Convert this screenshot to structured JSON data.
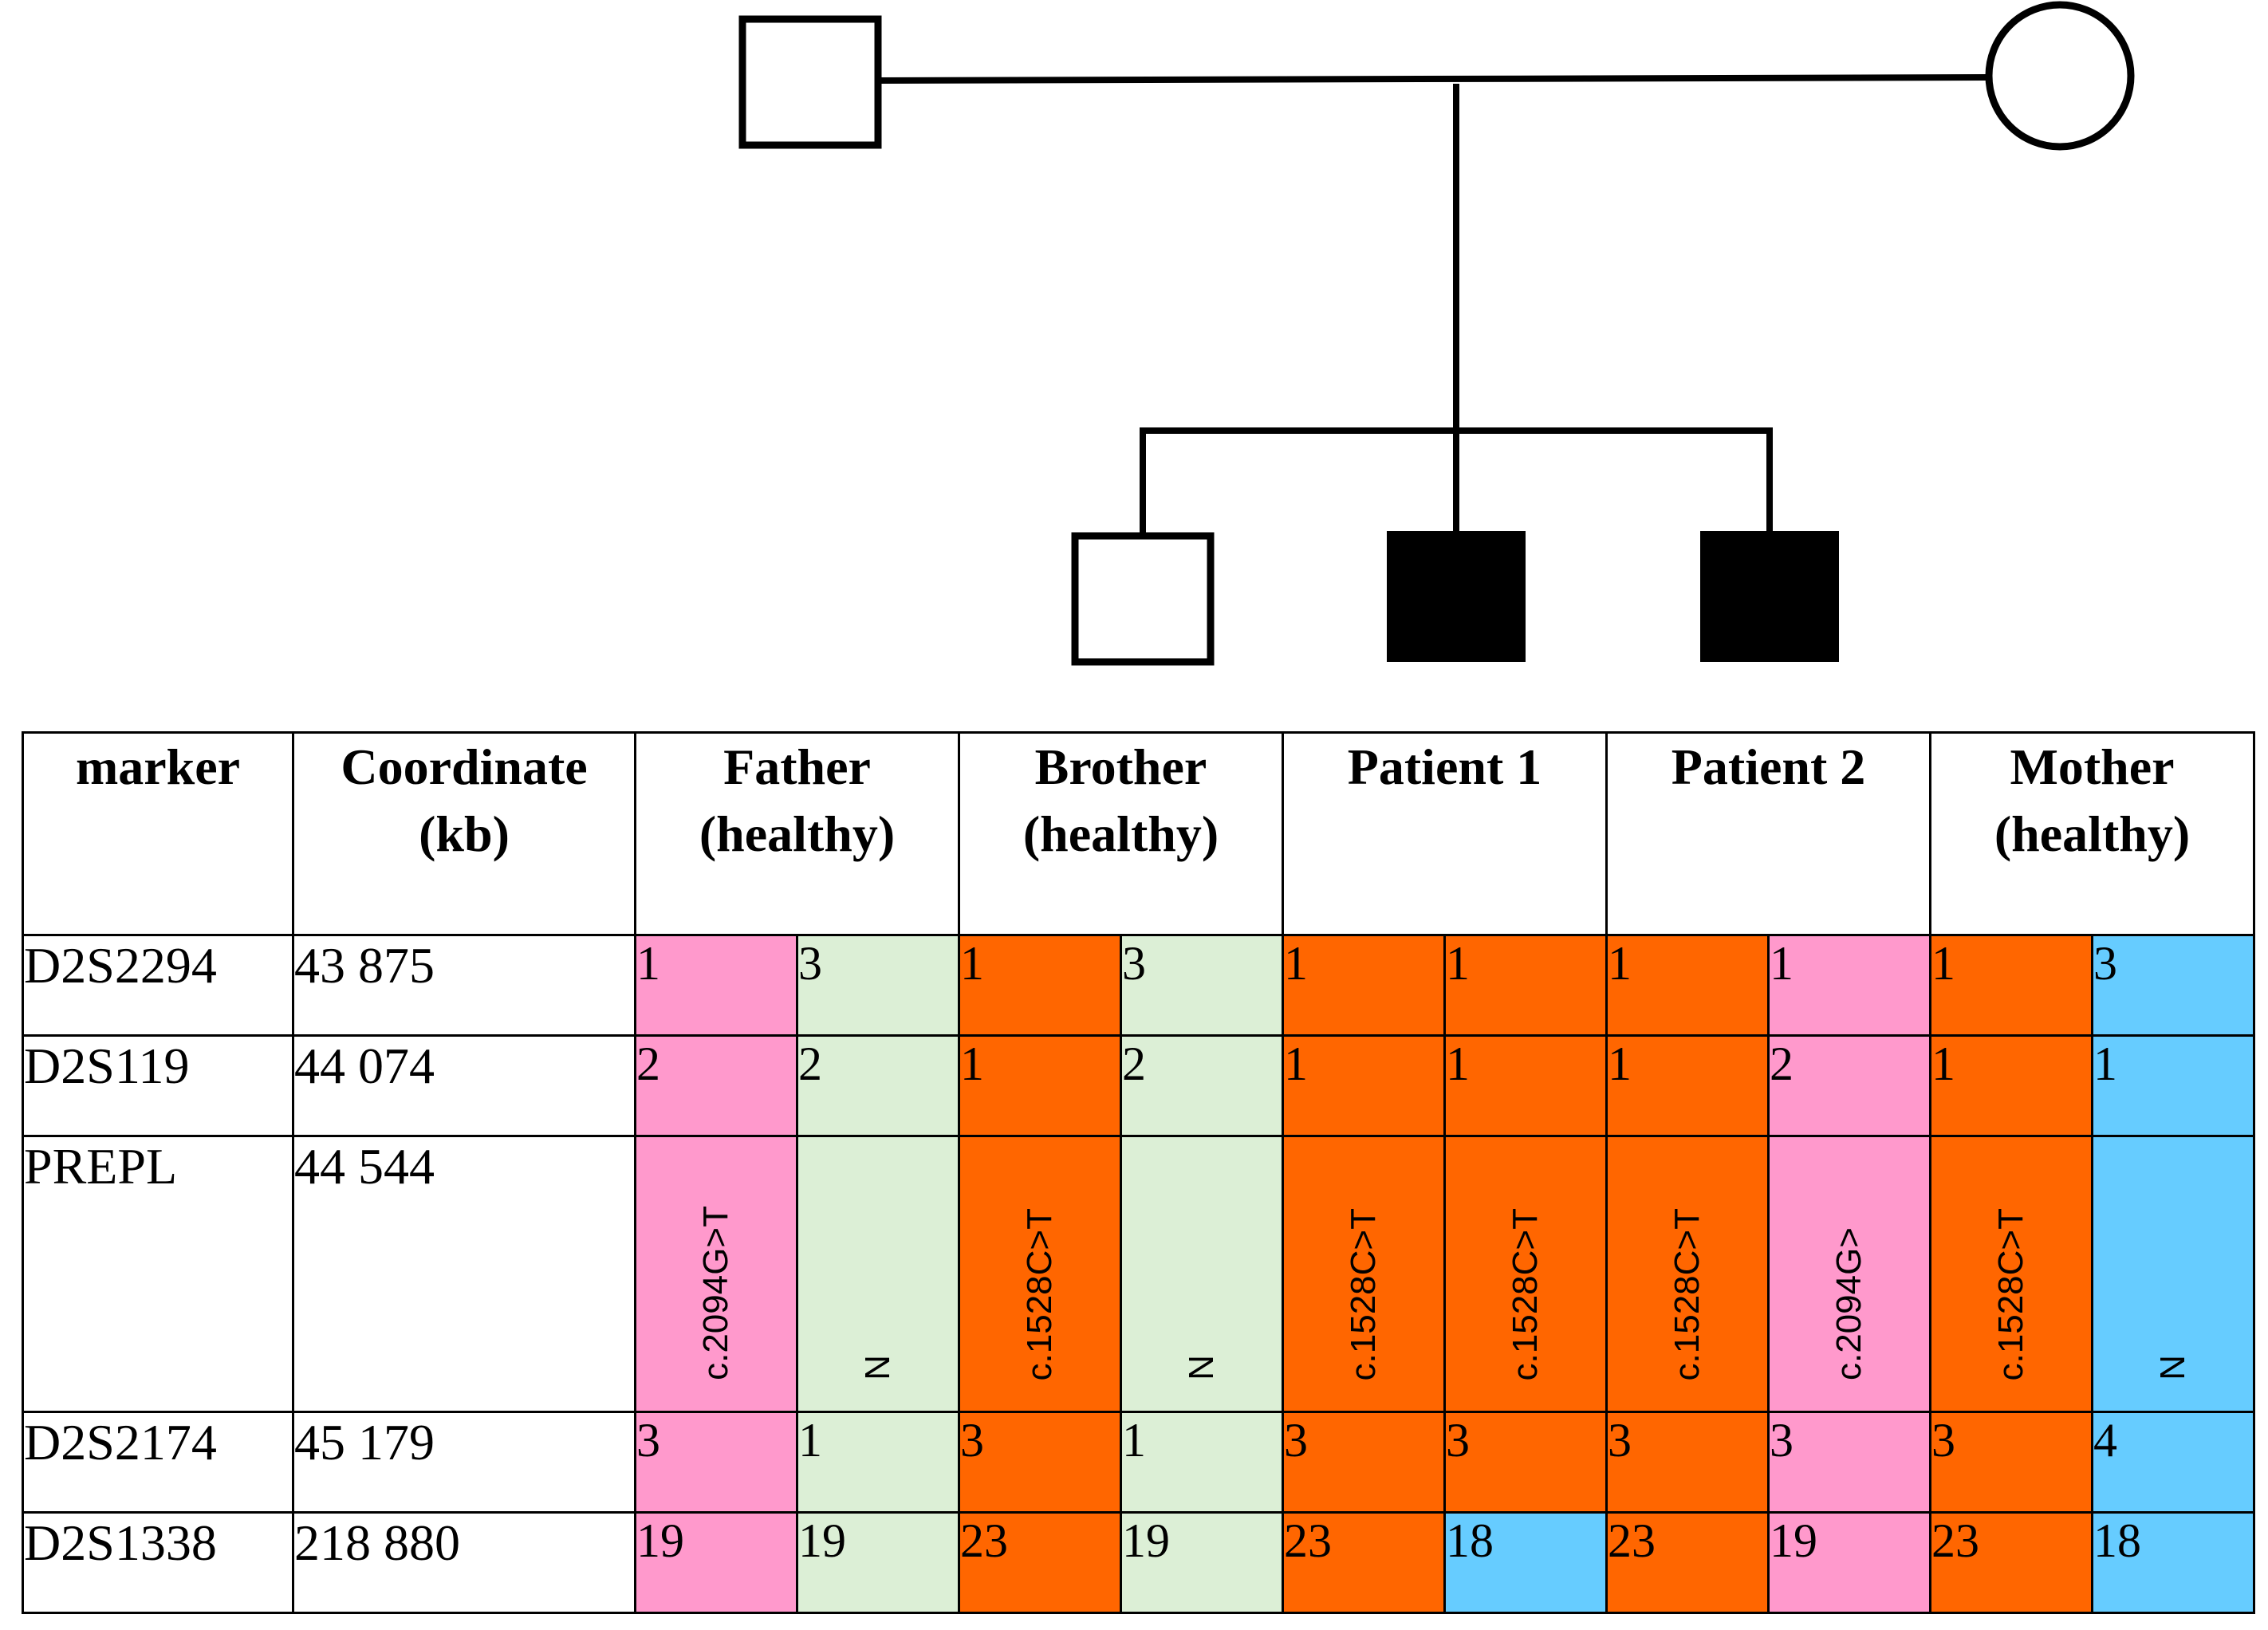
{
  "colors": {
    "pink": "#ff99cc",
    "green": "#dcefd6",
    "orange": "#ff6600",
    "blue": "#66ccff"
  },
  "pedigree": {
    "father": "unaffected male",
    "mother": "unaffected female",
    "children": [
      "unaffected male",
      "affected male",
      "affected male"
    ]
  },
  "table": {
    "headers": {
      "marker": "marker",
      "coord1": "Coordinate",
      "coord2": "(kb)",
      "father1": "Father",
      "father2": "(healthy)",
      "brother1": "Brother",
      "brother2": "(healthy)",
      "patient1": "Patient 1",
      "patient2": "Patient 2",
      "mother1": "Mother",
      "mother2": "(healthy)"
    },
    "rows": [
      {
        "marker": "D2S2294",
        "coord": "43 875",
        "alleles": [
          "1",
          "3",
          "1",
          "3",
          "1",
          "1",
          "1",
          "1",
          "1",
          "3"
        ],
        "colors": [
          "pink",
          "green",
          "orange",
          "green",
          "orange",
          "orange",
          "orange",
          "pink",
          "orange",
          "blue"
        ]
      },
      {
        "marker": "D2S119",
        "coord": "44 074",
        "alleles": [
          "2",
          "2",
          "1",
          "2",
          "1",
          "1",
          "1",
          "2",
          "1",
          "1"
        ],
        "colors": [
          "pink",
          "green",
          "orange",
          "green",
          "orange",
          "orange",
          "orange",
          "pink",
          "orange",
          "blue"
        ]
      },
      {
        "marker": "PREPL",
        "coord": "44 544",
        "alleles": [
          "c.2094G>T",
          "N",
          "c.1528C>T",
          "N",
          "c.1528C>T",
          "c.1528C>T",
          "c.1528C>T",
          "c.2094G>",
          "c.1528C>T",
          "N"
        ],
        "colors": [
          "pink",
          "green",
          "orange",
          "green",
          "orange",
          "orange",
          "orange",
          "pink",
          "orange",
          "blue"
        ]
      },
      {
        "marker": "D2S2174",
        "coord": "45 179",
        "alleles": [
          "3",
          "1",
          "3",
          "1",
          "3",
          "3",
          "3",
          "3",
          "3",
          "4"
        ],
        "colors": [
          "pink",
          "green",
          "orange",
          "green",
          "orange",
          "orange",
          "orange",
          "pink",
          "orange",
          "blue"
        ]
      },
      {
        "marker": "D2S1338",
        "coord": "218 880",
        "alleles": [
          "19",
          "19",
          "23",
          "19",
          "23",
          "18",
          "23",
          "19",
          "23",
          "18"
        ],
        "colors": [
          "pink",
          "green",
          "orange",
          "green",
          "orange",
          "blue",
          "orange",
          "pink",
          "orange",
          "blue"
        ]
      }
    ]
  }
}
